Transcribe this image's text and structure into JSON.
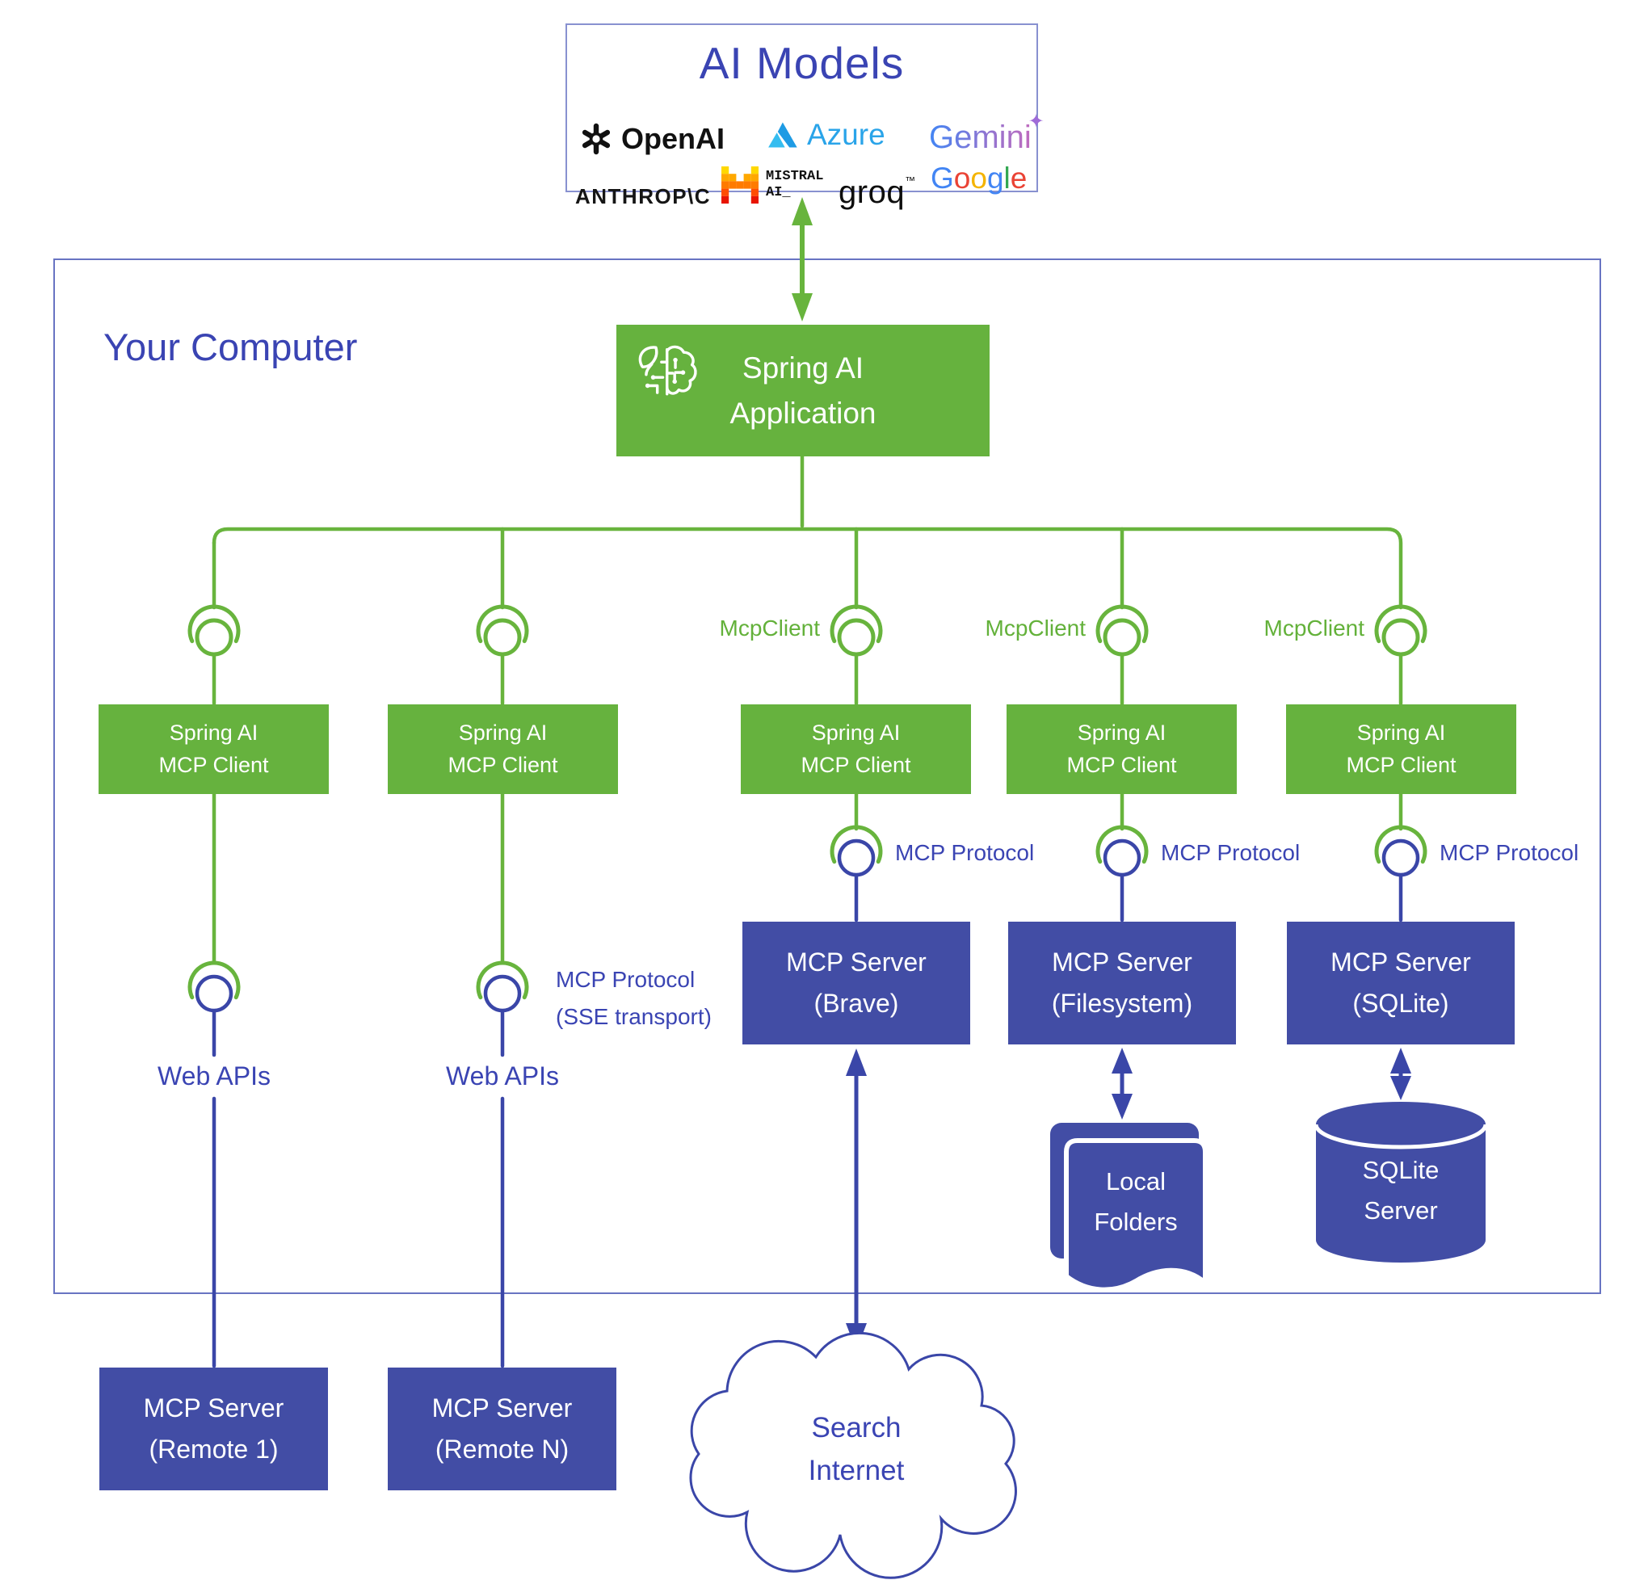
{
  "colors": {
    "green": "#68B43D",
    "green_box": "#66B23E",
    "green_text": "#63B13A",
    "blue_box": "#424DA5",
    "blue_line": "#3A46A8",
    "blue_text": "#3A44B3",
    "computer_border": "#6874C2",
    "models_border": "#8891D0",
    "azure_blue": "#2AA4E9",
    "google_blue": "#4285F4",
    "google_red": "#EA4335",
    "google_yellow": "#F4B400",
    "google_green": "#34A853"
  },
  "ai_models": {
    "title": "AI Models",
    "openai": "OpenAI",
    "anthropic": "ANTHROP\\C",
    "azure": "Azure",
    "mistral_line1": "MISTRAL",
    "mistral_line2": "AI_",
    "groq": "groq",
    "groq_tm": "™",
    "gemini": "Gemini",
    "gemini_sparkle": "✦",
    "google_l": [
      "G",
      "o",
      "o",
      "g",
      "l",
      "e"
    ]
  },
  "computer": {
    "title": "Your Computer"
  },
  "app": {
    "line1": "Spring AI",
    "line2": "Application"
  },
  "client": {
    "line1": "Spring AI",
    "line2": "MCP Client"
  },
  "labels": {
    "mcp_client": "McpClient",
    "mcp_protocol": "MCP Protocol",
    "sse_line1": "MCP Protocol",
    "sse_line2": "(SSE transport)",
    "web_apis": "Web APIs"
  },
  "servers": {
    "title": "MCP Server",
    "brave": "(Brave)",
    "filesystem": "(Filesystem)",
    "sqlite": "(SQLite)",
    "remote1": "(Remote 1)",
    "remote_n": "(Remote N)"
  },
  "resources": {
    "folders_line1": "Local",
    "folders_line2": "Folders",
    "sqlite_line1": "SQLite",
    "sqlite_line2": "Server"
  },
  "cloud": {
    "line1": "Search",
    "line2": "Internet"
  }
}
